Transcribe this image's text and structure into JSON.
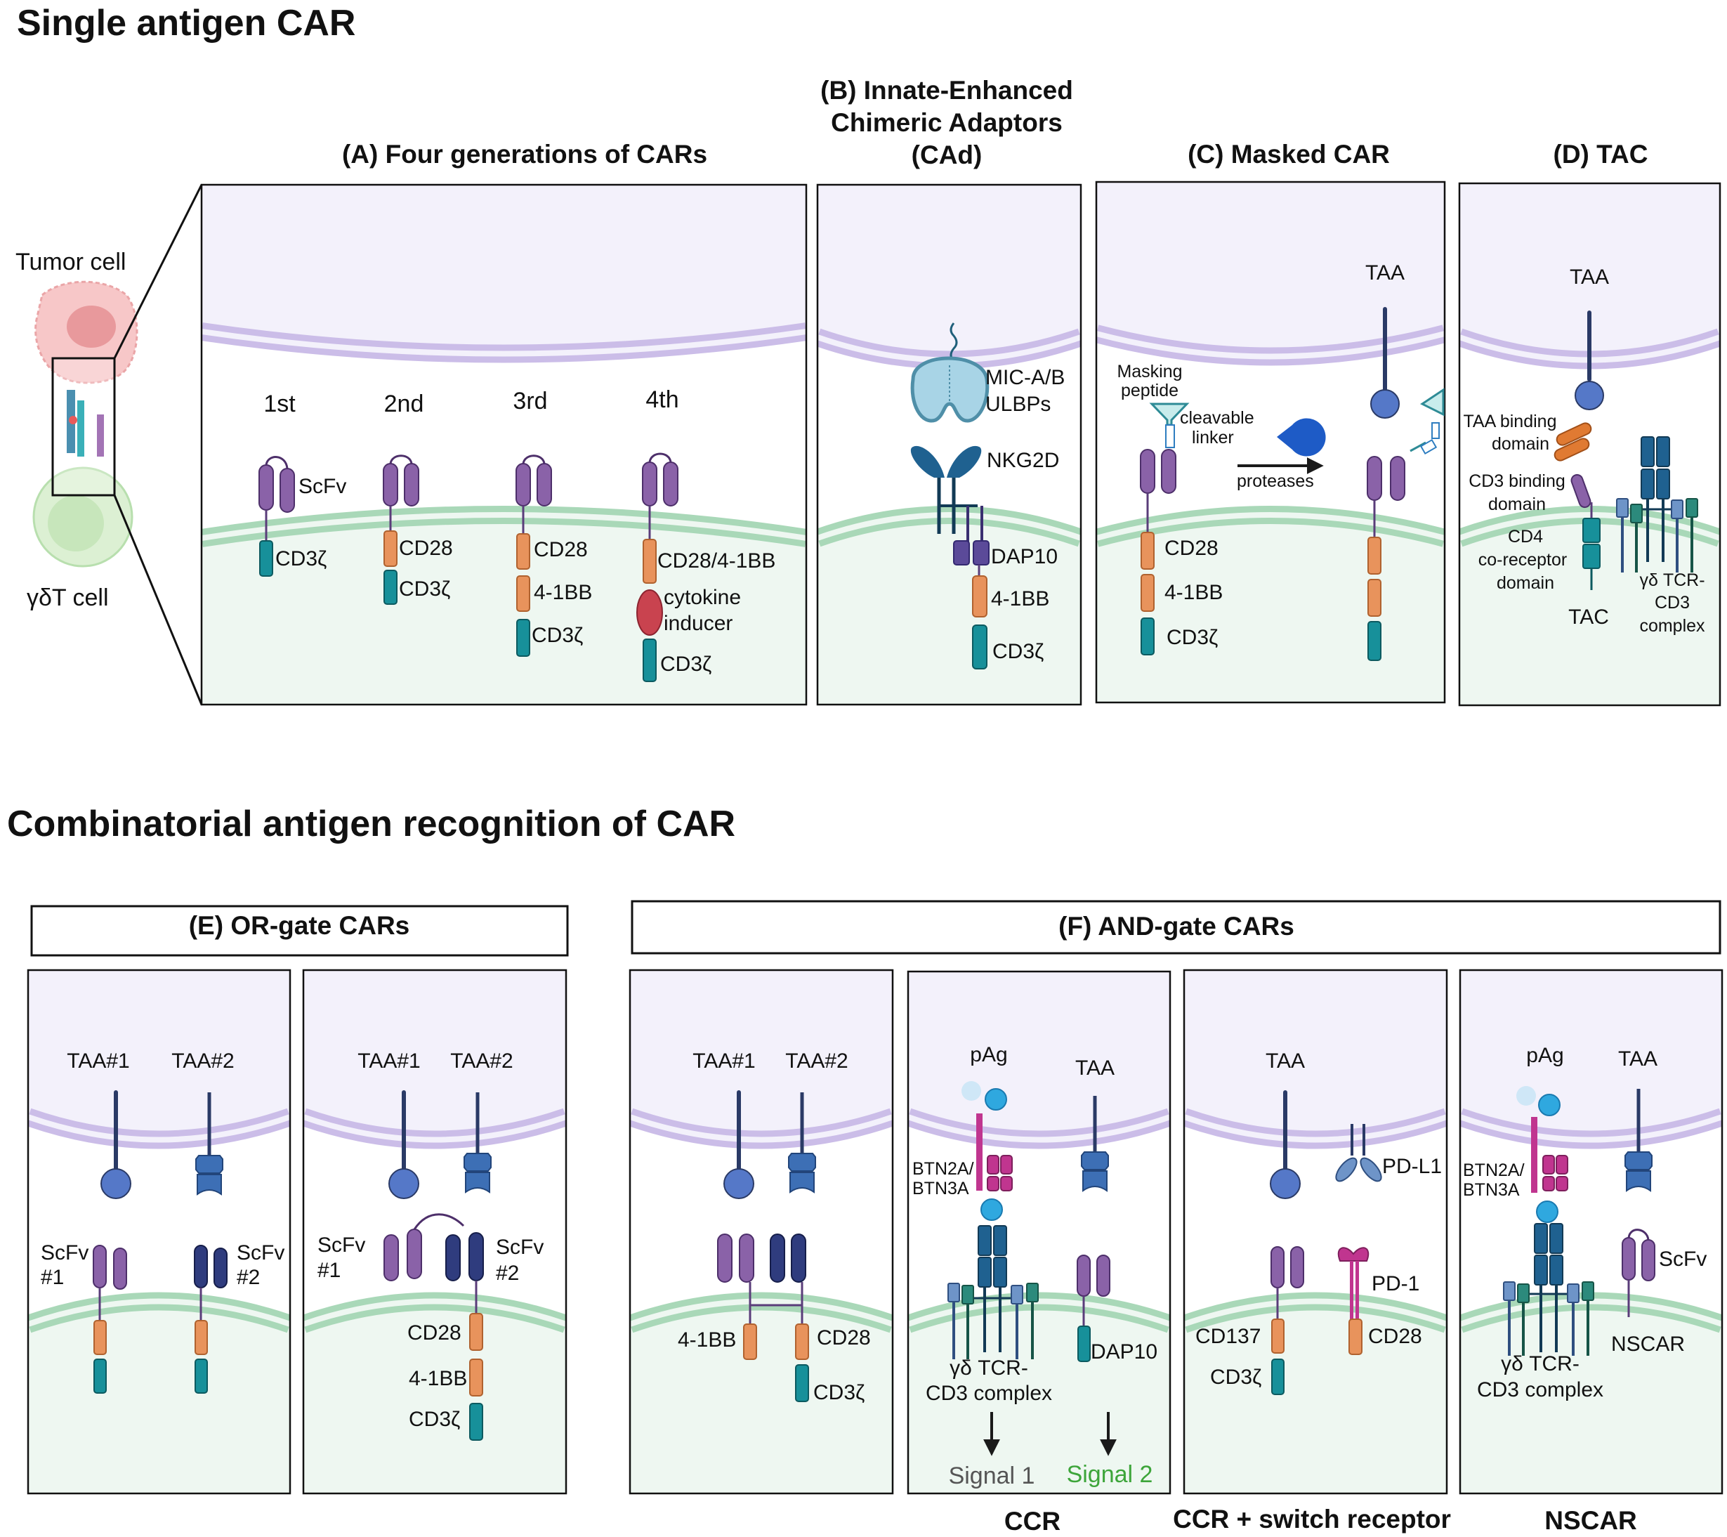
{
  "headings": {
    "single": "Single antigen CAR",
    "combinatorial": "Combinatorial antigen recognition of CAR"
  },
  "cells": {
    "tumor": "Tumor cell",
    "gdt": "γδT cell"
  },
  "panelA": {
    "title": "(A) Four generations of CARs",
    "gens": [
      "1st",
      "2nd",
      "3rd",
      "4th"
    ],
    "scfv": "ScFv",
    "g1": [
      "CD3ζ"
    ],
    "g2": [
      "CD28",
      "CD3ζ"
    ],
    "g3": [
      "CD28",
      "4-1BB",
      "CD3ζ"
    ],
    "g4": [
      "CD28/4-1BB",
      "cytokine",
      "inducer",
      "CD3ζ"
    ]
  },
  "panelB": {
    "title": [
      "(B) Innate-Enhanced",
      "Chimeric Adaptors",
      "(CAd)"
    ],
    "ligand": [
      "MIC-A/B",
      "ULBPs"
    ],
    "nkg2d": "NKG2D",
    "dap10": "DAP10",
    "bb": "4-1BB",
    "cd3z": "CD3ζ"
  },
  "panelC": {
    "title": "(C) Masked CAR",
    "masking": [
      "Masking",
      "peptide"
    ],
    "linker": [
      "cleavable",
      "linker"
    ],
    "proteases": "proteases",
    "taa": "TAA",
    "domains": [
      "CD28",
      "4-1BB",
      "CD3ζ"
    ]
  },
  "panelD": {
    "title": "(D) TAC",
    "taa": "TAA",
    "taa_binding": [
      "TAA binding",
      "domain"
    ],
    "cd3_binding": [
      "CD3 binding",
      "domain"
    ],
    "cd4": [
      "CD4",
      "co-receptor",
      "domain"
    ],
    "tac": "TAC",
    "tcr": [
      "γδ TCR-",
      "CD3",
      "complex"
    ]
  },
  "panelE": {
    "title": "(E) OR-gate CARs",
    "taa1": "TAA#1",
    "taa2": "TAA#2",
    "scfv1": [
      "ScFv",
      "#1"
    ],
    "scfv2": [
      "ScFv",
      "#2"
    ],
    "domains": [
      "CD28",
      "4-1BB",
      "CD3ζ"
    ]
  },
  "panelF": {
    "title": "(F) AND-gate CARs",
    "p1": {
      "taa1": "TAA#1",
      "taa2": "TAA#2",
      "bb": "4-1BB",
      "cd28": "CD28",
      "cd3z": "CD3ζ"
    },
    "p2": {
      "pag": "pAg",
      "taa": "TAA",
      "btn": [
        "BTN2A/",
        "BTN3A"
      ],
      "tcr": [
        "γδ TCR-",
        "CD3 complex"
      ],
      "dap10": "DAP10",
      "signal1": "Signal 1",
      "signal2": "Signal 2",
      "caption": "CCR"
    },
    "p3": {
      "taa": "TAA",
      "pdl1": "PD-L1",
      "pd1": "PD-1",
      "cd137": "CD137",
      "cd3z": "CD3ζ",
      "cd28": "CD28",
      "caption": "CCR +  switch  receptor"
    },
    "p4": {
      "pag": "pAg",
      "taa": "TAA",
      "btn": [
        "BTN2A/",
        "BTN3A"
      ],
      "scfv": "ScFv",
      "nscar": "NSCAR",
      "tcr": [
        "γδ TCR-",
        "CD3 complex"
      ],
      "caption": "NSCAR"
    }
  },
  "colors": {
    "tumor_bg": "#f3f1fb",
    "tcell_bg": "#eef7f1",
    "tumor_membrane": "#cbbde8",
    "tcell_membrane": "#a9d8b8",
    "scfv": "#8a62a8",
    "scfv_dark": "#2f3c7e",
    "cd28": "#e8935c",
    "cd3z": "#17909a",
    "antigen": "#5578c8",
    "stalk": "#2a3a66",
    "nkg2d": "#1f6190",
    "btn": "#c0358f",
    "signal2": "#3da53a"
  }
}
